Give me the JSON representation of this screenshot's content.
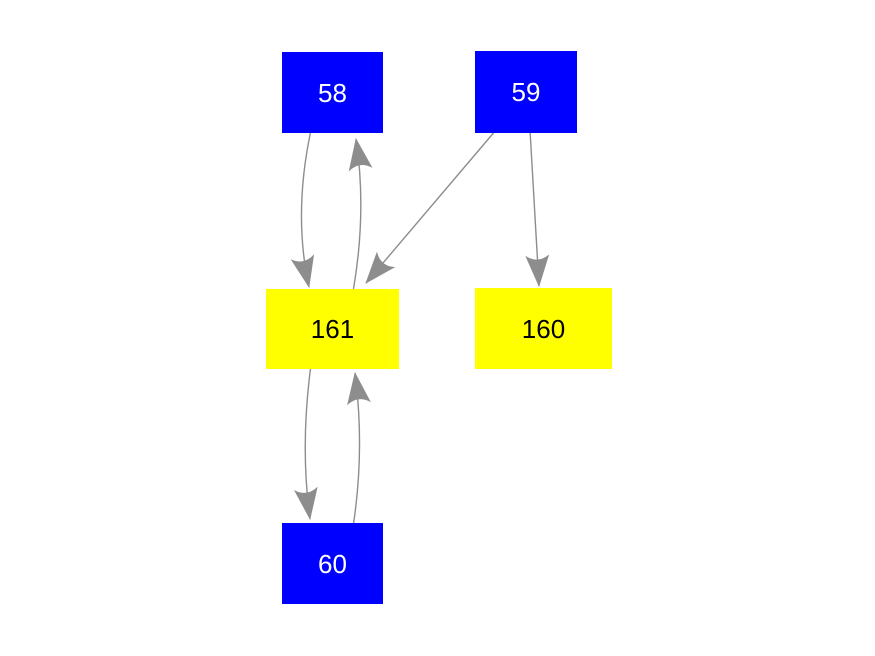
{
  "canvas": {
    "background": "#ffffff"
  },
  "diagram": {
    "edge_color": "#8d8d8d",
    "nodes": [
      {
        "id": "58",
        "label": "58",
        "fill": "#0000ff",
        "text_color": "#ffffff"
      },
      {
        "id": "59",
        "label": "59",
        "fill": "#0000ff",
        "text_color": "#ffffff"
      },
      {
        "id": "161",
        "label": "161",
        "fill": "#ffff00",
        "text_color": "#000000"
      },
      {
        "id": "160",
        "label": "160",
        "fill": "#ffff00",
        "text_color": "#000000"
      },
      {
        "id": "60",
        "label": "60",
        "fill": "#0000ff",
        "text_color": "#ffffff"
      }
    ],
    "edges": [
      {
        "from": "58",
        "to": "161",
        "directed": true
      },
      {
        "from": "161",
        "to": "58",
        "directed": true
      },
      {
        "from": "59",
        "to": "161",
        "directed": true
      },
      {
        "from": "59",
        "to": "160",
        "directed": true
      },
      {
        "from": "161",
        "to": "60",
        "directed": true
      },
      {
        "from": "60",
        "to": "161",
        "directed": true
      }
    ]
  }
}
